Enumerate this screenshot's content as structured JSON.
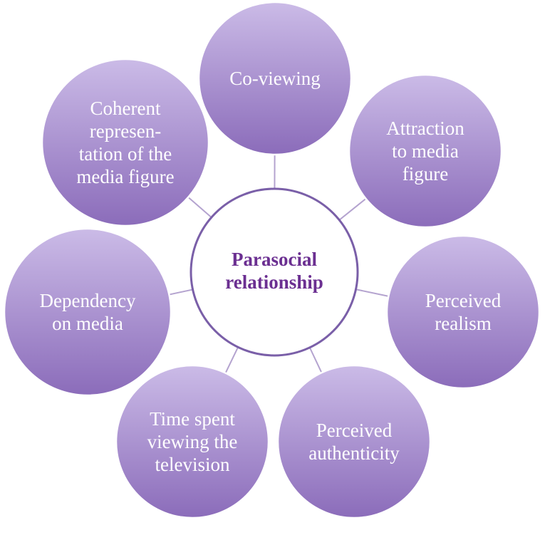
{
  "diagram": {
    "colors": {
      "node_fill_top": "#cbbbe7",
      "node_fill_bottom": "#8b6cba",
      "center_fill": "#ffffff",
      "center_stroke": "#7a5fa8",
      "center_text": "#6b2f91",
      "node_text": "#ffffff",
      "connector": "#b4a3cf"
    },
    "center": {
      "lines": [
        "Parasocial",
        "relationship"
      ]
    },
    "nodes": [
      {
        "id": "co-viewing",
        "lines": [
          "Co-viewing"
        ]
      },
      {
        "id": "attraction-to-media-figure",
        "lines": [
          "Attraction",
          "to media",
          "figure"
        ]
      },
      {
        "id": "perceived-realism",
        "lines": [
          "Perceived",
          "realism"
        ]
      },
      {
        "id": "perceived-authenticity",
        "lines": [
          "Perceived",
          "authenticity"
        ]
      },
      {
        "id": "time-spent-viewing-the-television",
        "lines": [
          "Time spent",
          "viewing the",
          "television"
        ]
      },
      {
        "id": "dependency-on-media",
        "lines": [
          "Dependency",
          "on media"
        ]
      },
      {
        "id": "coherent-representation-of-the-media-figure",
        "lines": [
          "Coherent",
          "represen-",
          "tation of the",
          "media figure"
        ]
      }
    ]
  }
}
